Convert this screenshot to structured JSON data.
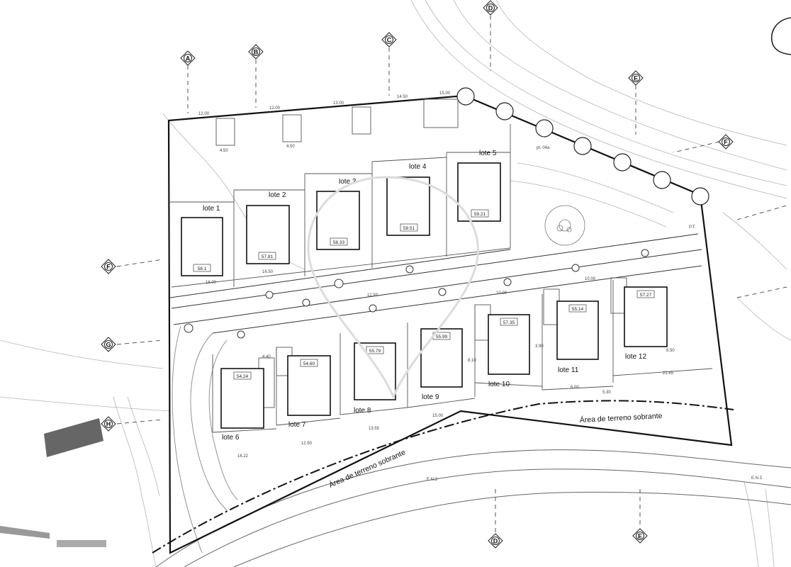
{
  "lots": [
    {
      "id": "lote1",
      "label": "lote 1",
      "area": "58.1"
    },
    {
      "id": "lote2",
      "label": "lote 2",
      "area": "57.81"
    },
    {
      "id": "lote3",
      "label": "lote 3",
      "area": "58.33"
    },
    {
      "id": "lote4",
      "label": "lote 4",
      "area": "59.51"
    },
    {
      "id": "lote5",
      "label": "lote 5",
      "area": "59.21"
    },
    {
      "id": "lote6",
      "label": "lote 6",
      "area": "54.24"
    },
    {
      "id": "lote7",
      "label": "lote 7",
      "area": "54.60"
    },
    {
      "id": "lote8",
      "label": "lote 8",
      "area": "55.79"
    },
    {
      "id": "lote9",
      "label": "lote 9",
      "area": "55.99"
    },
    {
      "id": "lote10",
      "label": "lote 10",
      "area": "57.35"
    },
    {
      "id": "lote11",
      "label": "lote 11",
      "area": "55.14"
    },
    {
      "id": "lote12",
      "label": "lote 12",
      "area": "57.27"
    }
  ],
  "sobrante_labels": [
    "Área de terreno sobrante",
    "Área de terreno sobrante"
  ],
  "road_labels": [
    "E.N.3",
    "E.N.3"
  ],
  "section_markers": [
    "A",
    "B",
    "C",
    "D",
    "D",
    "E",
    "E",
    "F",
    "F",
    "G",
    "H"
  ],
  "dimension_labels": [
    "4.50",
    "4.50",
    "12.00",
    "12.00",
    "13.00",
    "14.50",
    "15.00",
    "16.00",
    "16.50",
    "12.93",
    "10.00",
    "10.00",
    "6.00",
    "5.30",
    "21.45",
    "16.22",
    "12.50",
    "13.55",
    "15.00",
    "4.40",
    "8.10",
    "3.90",
    "8.50"
  ],
  "misc_labels": [
    "pt. 04a",
    "P.T."
  ]
}
